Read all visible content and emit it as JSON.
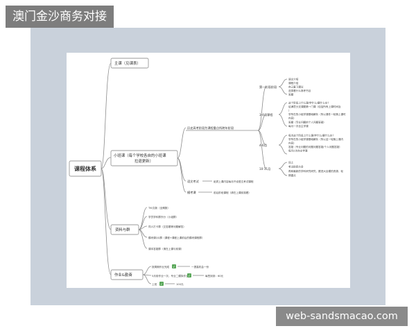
{
  "header": {
    "title": "澳门金沙商务对接"
  },
  "watermark": {
    "text": "web-sandsmacao.com"
  },
  "mindmap": {
    "root": "课程体系",
    "main_course": "主课（见课表）",
    "small_class": "小班课（每个学校各自的小班课拉退更新）",
    "small_class_children": {
      "focus": "历史高考阶段为课程重点所跨年阶段",
      "composition": "语文考试",
      "review": "模考课"
    },
    "composition_detail": "纸质上课内容每月开设语文考试课程",
    "review_detail": "前后阶段课程（请在上课前观看）",
    "stages": [
      {
        "label": "第一阶段阶段",
        "lines": [
          "语文介绍",
          "课程介绍",
          "自己复习建议",
          "选择看什么常考书目",
          "答题"
        ]
      },
      {
        "label": "3-4月课程",
        "lines": [
          "这个阶段上什么课/学什么/要什么东？",
          "给满意分支课题第一门课（包括所有上课时间及",
          "）",
          "学所在的小组学课基础解析（所以课件一轮随上课时",
          "内容）",
          "答题（专业问题的个人问题答疑）",
          "每月一次自主学课"
        ]
      },
      {
        "label": "4-6月",
        "lines": [
          "每次这个阶段上什么课/学什么/要什么东？",
          "学所在的小组学课基础解析（所以这一轮随上课内",
          "内容）",
          "答疑（专业问题的问题问题答疑/个人问题答疑）",
          "每月2次自主学课"
        ]
      },
      {
        "label": "10-11月",
        "lines": [
          "同上",
          "考试前四方多",
          "再和最新的学科研究研究，跟进大目模的资源，轮",
          "期重点"
        ]
      }
    ],
    "materials": {
      "label": "资料与群",
      "items": [
        "TKt文新（全期数）",
        "学员学科群外分（小组群）",
        "同人打卡群（交答题等问题解答）",
        "模块课QQ群（课程+课程上课前后的模块课程群）",
        "课本答疑群（请在上课与前课）"
      ]
    },
    "homework": {
      "label": "作业&勤奋",
      "items": [
        {
          "text": "按周期作业完成",
          "badge": "√",
          "result": "一提高机会一份"
        },
        {
          "text": "5月前作业一次，专业二模拟作业",
          "badge": "√",
          "result": "每签到到：60元"
        },
        {
          "text": "上班",
          "badge": "√",
          "result": "100元"
        }
      ]
    }
  }
}
